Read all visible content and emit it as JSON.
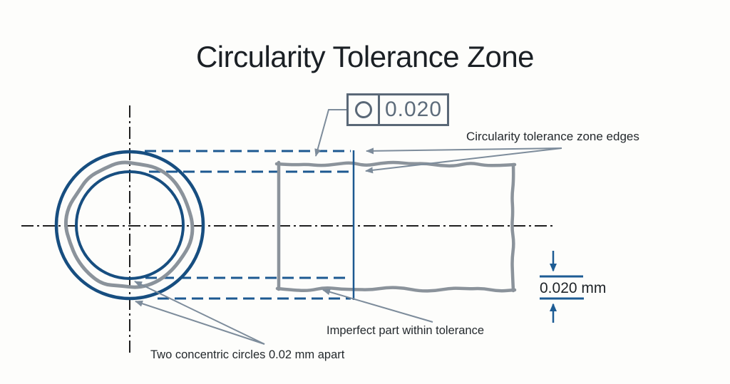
{
  "title": "Circularity Tolerance Zone",
  "feature_control_frame": {
    "symbol_icon": "circularity-symbol",
    "value": "0.020"
  },
  "labels": {
    "tolerance_zone_edges": "Circularity tolerance zone edges",
    "imperfect_part": "Imperfect part within tolerance",
    "concentric_circles": "Two concentric circles 0.02 mm apart",
    "dimension_value": "0.020 mm"
  },
  "colors": {
    "tolerance_blue": "#1d5991",
    "circle_blue": "#174e80",
    "part_gray": "#8b939b",
    "leader_gray": "#7d8c9b",
    "frame_gray": "#5a6877",
    "centerline_black": "#1f1f1f",
    "text_dark": "#24292d"
  }
}
